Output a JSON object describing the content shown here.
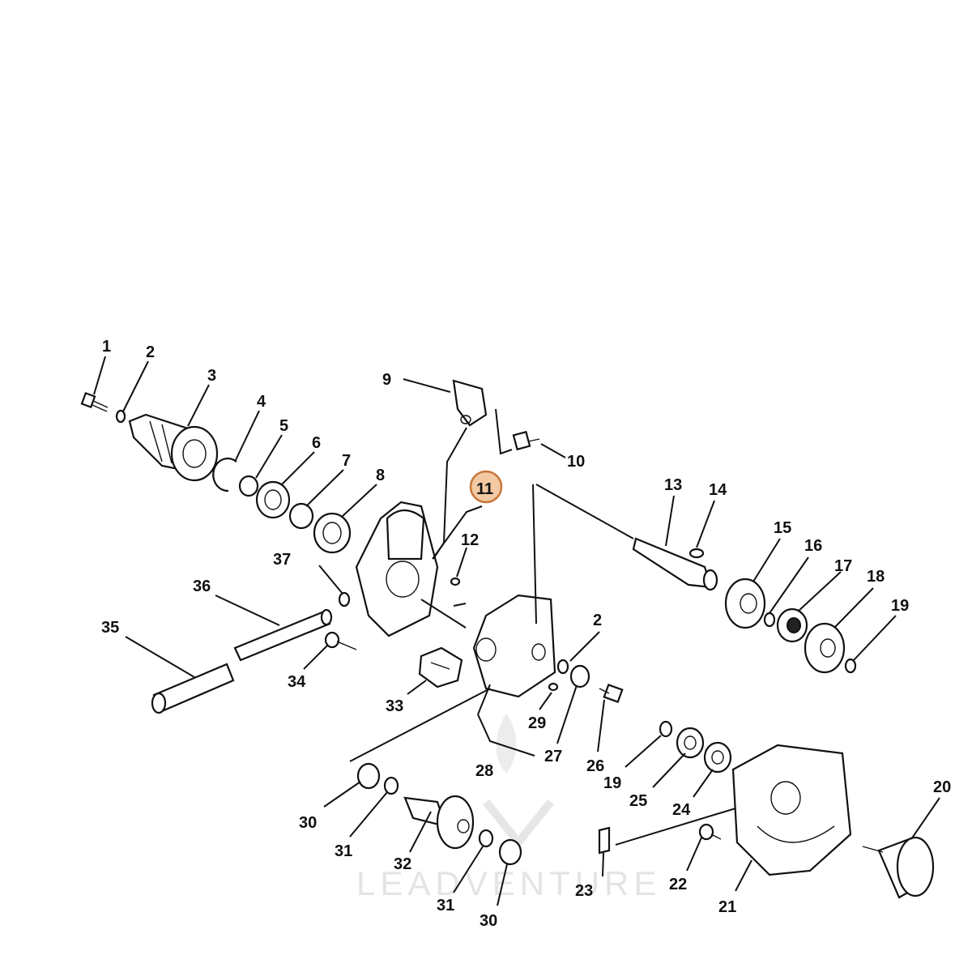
{
  "diagram": {
    "highlighted_part": "11",
    "watermark": "LEADVENTURE",
    "callouts": [
      "1",
      "2",
      "3",
      "4",
      "5",
      "6",
      "7",
      "8",
      "9",
      "10",
      "11",
      "12",
      "13",
      "14",
      "15",
      "16",
      "17",
      "18",
      "19",
      "20",
      "21",
      "22",
      "23",
      "24",
      "25",
      "26",
      "27",
      "28",
      "29",
      "30",
      "31",
      "32",
      "33",
      "34",
      "35",
      "36",
      "37"
    ],
    "colors": {
      "highlight_fill": "#f2c9a2",
      "highlight_stroke": "#c8773a",
      "ink": "#111111"
    }
  }
}
